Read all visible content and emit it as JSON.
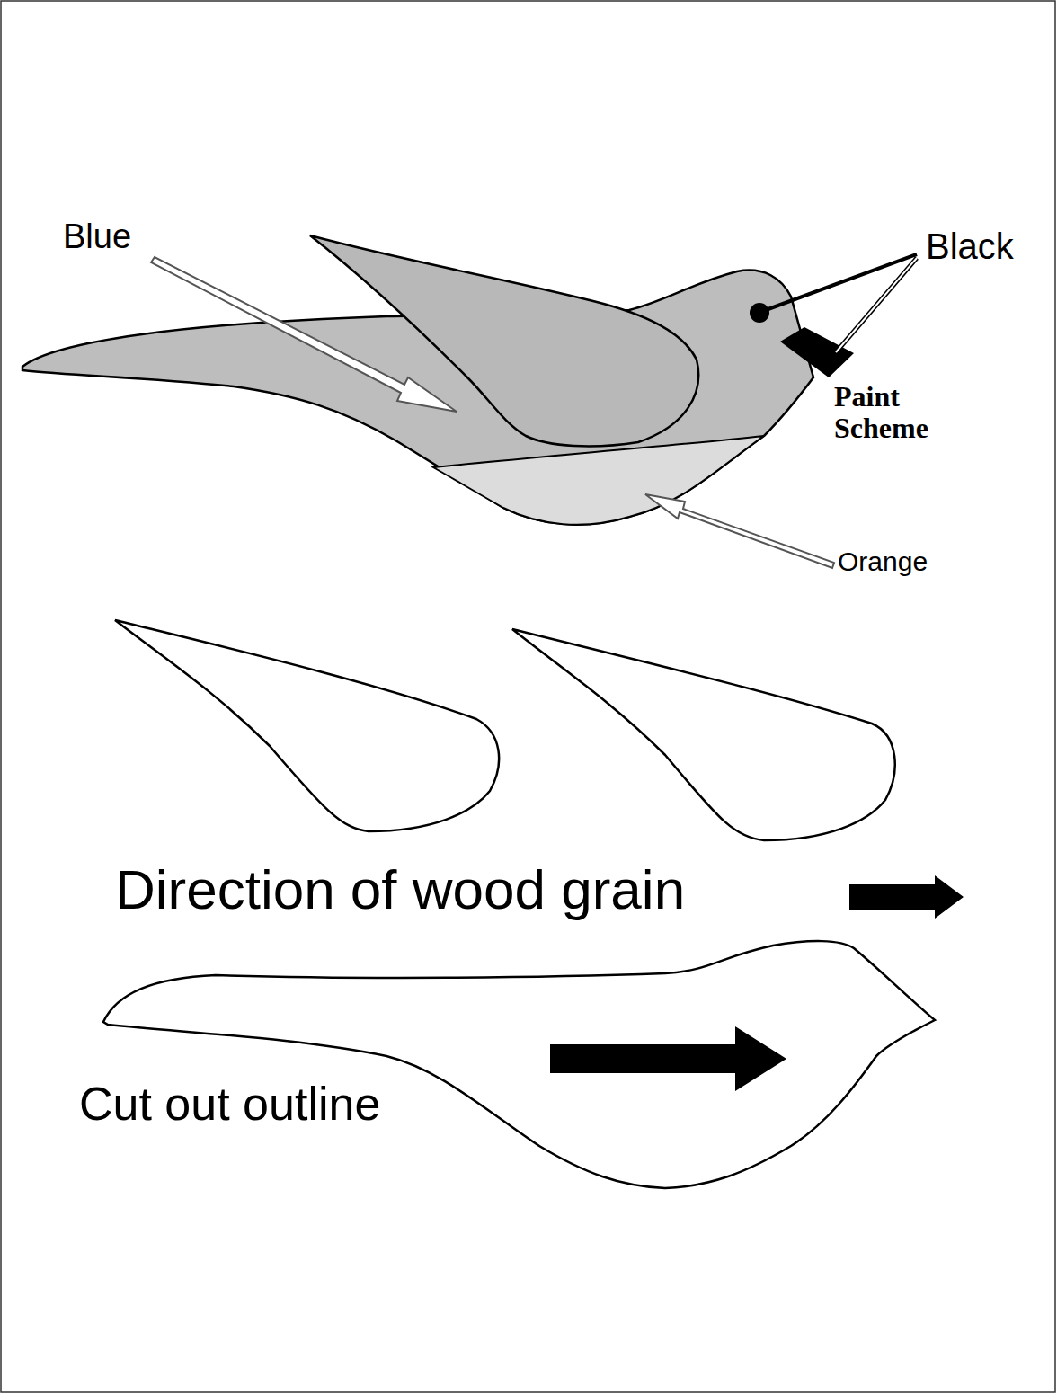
{
  "diagram": {
    "labels": [
      "Blue",
      "Black",
      "Paint Scheme",
      "Orange",
      "Direction of wood grain",
      "Cut out outline"
    ]
  }
}
